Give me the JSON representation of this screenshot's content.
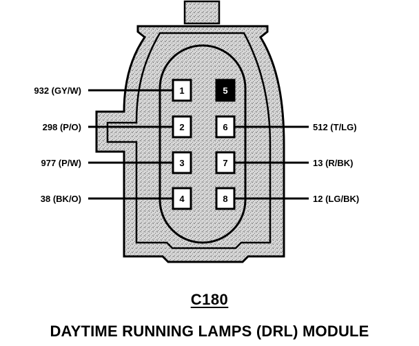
{
  "connector": {
    "id": "C180",
    "title": "DAYTIME RUNNING LAMPS (DRL) MODULE"
  },
  "pins": [
    {
      "number": "1",
      "circuit": "932 (GY/W)",
      "side": "left",
      "wired": true,
      "filled": false
    },
    {
      "number": "2",
      "circuit": "298 (P/O)",
      "side": "left",
      "wired": true,
      "filled": false
    },
    {
      "number": "3",
      "circuit": "977 (P/W)",
      "side": "left",
      "wired": true,
      "filled": false
    },
    {
      "number": "4",
      "circuit": "38 (BK/O)",
      "side": "left",
      "wired": true,
      "filled": false
    },
    {
      "number": "5",
      "circuit": "",
      "side": "right",
      "wired": false,
      "filled": true
    },
    {
      "number": "6",
      "circuit": "512 (T/LG)",
      "side": "right",
      "wired": true,
      "filled": false
    },
    {
      "number": "7",
      "circuit": "13 (R/BK)",
      "side": "right",
      "wired": true,
      "filled": false
    },
    {
      "number": "8",
      "circuit": "12 (LG/BK)",
      "side": "right",
      "wired": true,
      "filled": false
    }
  ],
  "colors": {
    "ink": "#000000",
    "shading": "#d0d0d0",
    "background": "#ffffff"
  }
}
